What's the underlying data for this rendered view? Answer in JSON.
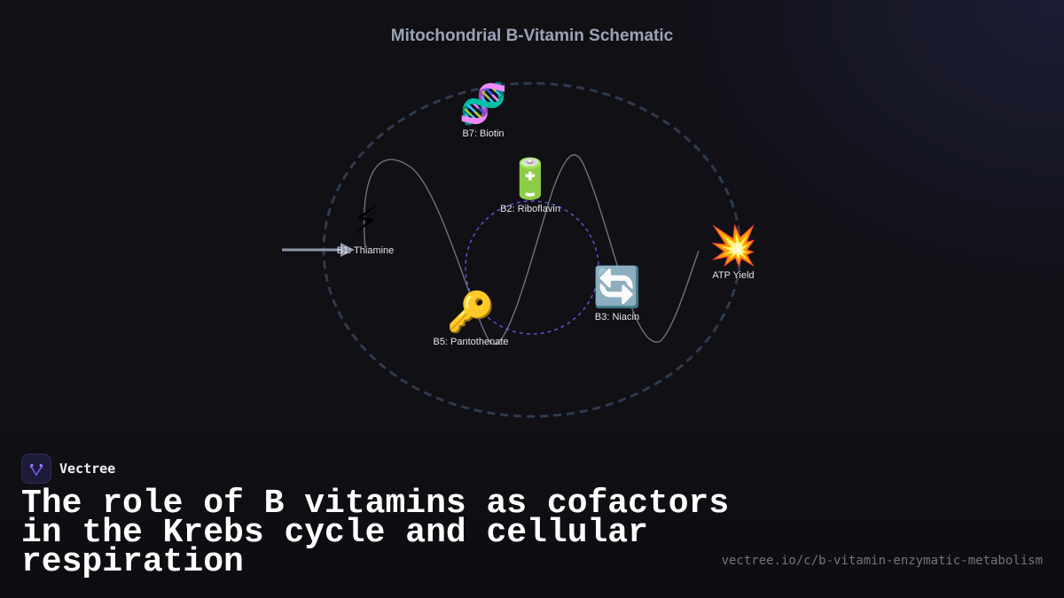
{
  "diagram": {
    "title": "Mitochondrial B-Vitamin Schematic",
    "nodes": [
      {
        "id": "b7",
        "icon": "dna-icon",
        "emoji": "🧬",
        "label": "B7: Biotin"
      },
      {
        "id": "b2",
        "icon": "battery-icon",
        "emoji": "🔋",
        "label": "B2: Riboflavin"
      },
      {
        "id": "b1",
        "icon": "lightning-icon",
        "emoji": "⚡",
        "label": "B1: Thiamine"
      },
      {
        "id": "b3",
        "icon": "cycle-arrows-icon",
        "emoji": "🔄",
        "label": "B3: Niacin"
      },
      {
        "id": "b5",
        "icon": "key-icon",
        "emoji": "🔑",
        "label": "B5: Pantothenate"
      },
      {
        "id": "atp",
        "icon": "explosion-icon",
        "emoji": "💥",
        "label": "ATP Yield"
      }
    ],
    "colors": {
      "membrane": "#2f3a4f",
      "inner_circle": "#5b54d6",
      "pathway_line": "#6b7486",
      "input_arrow": "#8e97aa"
    }
  },
  "brand": {
    "name": "Vectree",
    "logo_icon": "vectree-logo-icon",
    "accent": "#7c5ce6"
  },
  "headline": "The role of B vitamins as cofactors in the Krebs cycle and cellular respiration",
  "url": "vectree.io/c/b-vitamin-enzymatic-metabolism"
}
